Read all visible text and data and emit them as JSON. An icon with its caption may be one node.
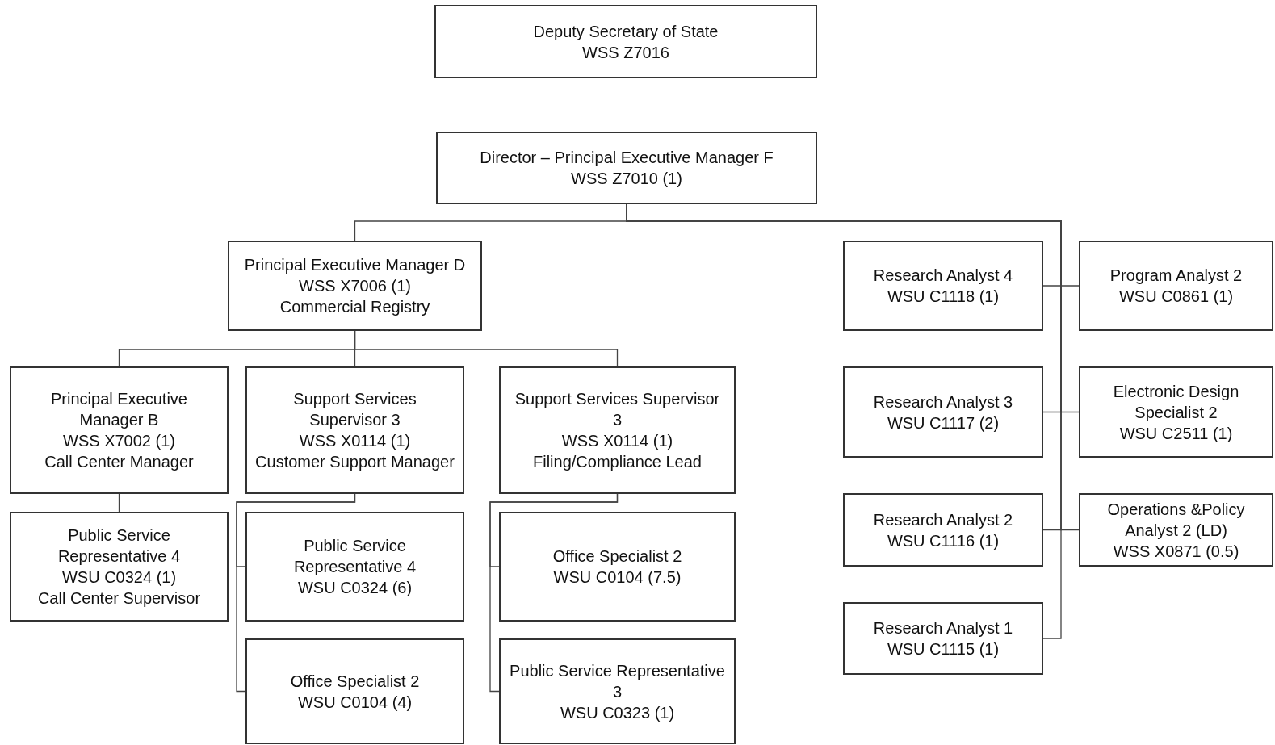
{
  "diagram": {
    "nodes": [
      {
        "text": [
          "Deputy Secretary of State",
          "WSS Z7016"
        ]
      },
      {
        "text": [
          "Director – Principal Executive Manager F",
          "WSS Z7010 (1)"
        ]
      },
      {
        "text": [
          "Principal Executive Manager D",
          "WSS X7006 (1)",
          "Commercial Registry"
        ]
      },
      {
        "text": [
          "Research Analyst 4",
          "WSU C1118 (1)"
        ]
      },
      {
        "text": [
          "Program Analyst 2",
          "WSU C0861 (1)"
        ]
      },
      {
        "text": [
          "Principal Executive Manager B",
          "WSS X7002 (1)",
          "Call Center Manager"
        ]
      },
      {
        "text": [
          "Support Services Supervisor 3",
          "WSS X0114 (1)",
          "Customer Support Manager"
        ]
      },
      {
        "text": [
          "Support Services Supervisor 3",
          "WSS X0114 (1)",
          "Filing/Compliance Lead"
        ]
      },
      {
        "text": [
          "Research Analyst 3",
          "WSU C1117 (2)"
        ]
      },
      {
        "text": [
          "Electronic Design Specialist 2",
          "WSU C2511 (1)"
        ]
      },
      {
        "text": [
          "Public Service Representative 4",
          "WSU C0324 (1)",
          "Call Center Supervisor"
        ]
      },
      {
        "text": [
          "Public Service Representative 4",
          "WSU C0324 (6)"
        ]
      },
      {
        "text": [
          "Office Specialist 2",
          "WSU C0104 (7.5)"
        ]
      },
      {
        "text": [
          "Research Analyst 2",
          "WSU C1116 (1)"
        ]
      },
      {
        "text": [
          "Operations &Policy Analyst 2 (LD)",
          "WSS X0871 (0.5)"
        ]
      },
      {
        "text": [
          "Office Specialist 2",
          "WSU C0104 (4)"
        ]
      },
      {
        "text": [
          "Public Service Representative 3",
          "WSU C0323 (1)"
        ]
      },
      {
        "text": [
          "Research Analyst 1",
          "WSU C1115 (1)"
        ]
      }
    ],
    "edges": [
      {
        "from": 1,
        "to": 2,
        "arrow": "none"
      },
      {
        "from": 1,
        "to": 3,
        "arrow": "none"
      },
      {
        "from": 1,
        "to": 4,
        "arrow": "none"
      },
      {
        "from": 1,
        "to": 8,
        "arrow": "none"
      },
      {
        "from": 1,
        "to": 9,
        "arrow": "none"
      },
      {
        "from": 1,
        "to": 13,
        "arrow": "none"
      },
      {
        "from": 1,
        "to": 14,
        "arrow": "none"
      },
      {
        "from": 1,
        "to": 17,
        "arrow": "none"
      },
      {
        "from": 2,
        "to": 5,
        "arrow": "none"
      },
      {
        "from": 2,
        "to": 6,
        "arrow": "none"
      },
      {
        "from": 2,
        "to": 7,
        "arrow": "none"
      },
      {
        "from": 5,
        "to": 10,
        "arrow": "none"
      },
      {
        "from": 6,
        "to": 11,
        "arrow": "none"
      },
      {
        "from": 6,
        "to": 15,
        "arrow": "none"
      },
      {
        "from": 7,
        "to": 12,
        "arrow": "none"
      },
      {
        "from": 7,
        "to": 16,
        "arrow": "none"
      }
    ]
  }
}
